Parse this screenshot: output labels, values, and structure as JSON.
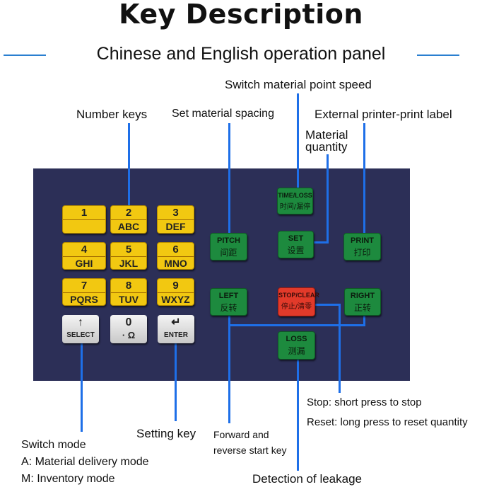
{
  "title": "Key Description",
  "subtitle": "Chinese and English operation panel",
  "labels": {
    "switch_speed": "Switch material point speed",
    "number_keys": "Number keys",
    "set_spacing": "Set material spacing",
    "external_printer": "External printer-print label",
    "material_quantity_1": "Material",
    "material_quantity_2": "quantity",
    "switch_mode": "Switch mode",
    "mode_a": "A: Material delivery mode",
    "mode_m": "M: Inventory mode",
    "setting_key": "Setting key",
    "forward_1": "Forward and",
    "forward_2": "reverse start key",
    "detection": "Detection of leakage",
    "stop": "Stop: short press to stop",
    "reset": "Reset: long press to reset quantity"
  },
  "numkeys": [
    {
      "n": "1",
      "l": ""
    },
    {
      "n": "2",
      "l": "ABC"
    },
    {
      "n": "3",
      "l": "DEF"
    },
    {
      "n": "4",
      "l": "GHI"
    },
    {
      "n": "5",
      "l": "JKL"
    },
    {
      "n": "6",
      "l": "MNO"
    },
    {
      "n": "7",
      "l": "PQRS"
    },
    {
      "n": "8",
      "l": "TUV"
    },
    {
      "n": "9",
      "l": "WXYZ"
    },
    {
      "n": "↑",
      "l": "SELECT"
    },
    {
      "n": "0",
      "l": "·  Ω"
    },
    {
      "n": "↵",
      "l": "ENTER"
    }
  ],
  "funckeys": {
    "timeloss": {
      "en": "TIME/LOSS",
      "cn": "时间/漏停"
    },
    "pitch": {
      "en": "PITCH",
      "cn": "间距"
    },
    "set": {
      "en": "SET",
      "cn": "设置"
    },
    "print": {
      "en": "PRINT",
      "cn": "打印"
    },
    "left": {
      "en": "LEFT",
      "cn": "反转"
    },
    "stop": {
      "en": "STOP/CLEAR",
      "cn": "停止/清零"
    },
    "right": {
      "en": "RIGHT",
      "cn": "正转"
    },
    "loss": {
      "en": "LOSS",
      "cn": "测漏"
    }
  },
  "colors": {
    "panel": "#2c2f57",
    "line": "#1e6fe8",
    "yellow": "#f2c811",
    "green": "#1d8a3e",
    "red": "#e23a2a"
  }
}
